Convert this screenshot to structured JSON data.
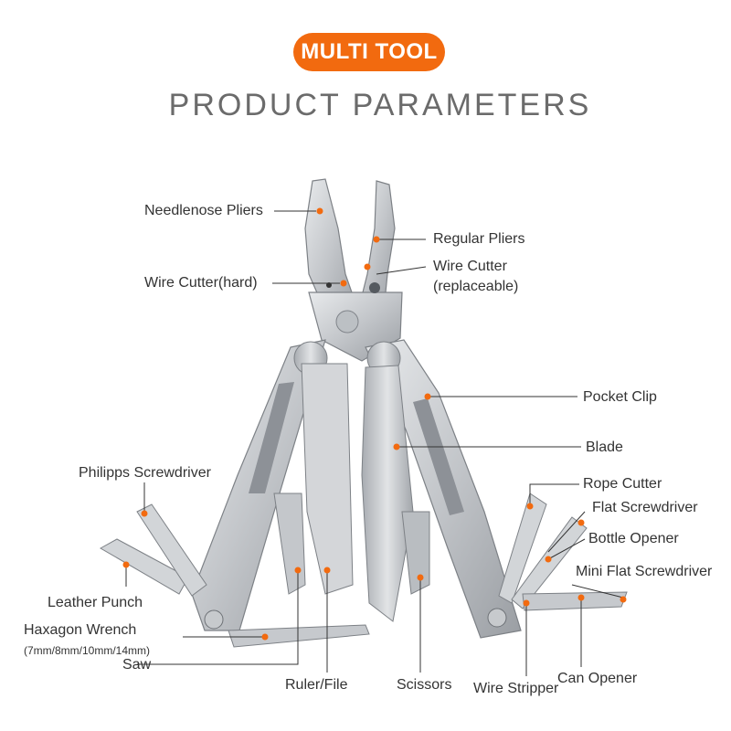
{
  "header": {
    "badge": "MULTI TOOL",
    "title": "PRODUCT PARAMETERS"
  },
  "colors": {
    "accent": "#f26a0f",
    "steel": "#c9ccd0",
    "steel_dark": "#8e9297",
    "text": "#333333",
    "title": "#6b6b6b"
  },
  "labels": {
    "needlenose_pliers": "Needlenose Pliers",
    "regular_pliers": "Regular Pliers",
    "wire_cutter_hard": "Wire Cutter(hard)",
    "wire_cutter": "Wire Cutter",
    "replaceable": "(replaceable)",
    "pocket_clip": "Pocket Clip",
    "blade": "Blade",
    "philipps_screwdriver": "Philipps Screwdriver",
    "rope_cutter": "Rope Cutter",
    "flat_screwdriver": "Flat Screwdriver",
    "bottle_opener": "Bottle Opener",
    "mini_flat_screwdriver": "Mini Flat Screwdriver",
    "leather_punch": "Leather Punch",
    "hexagon_wrench": "Haxagon Wrench",
    "wrench_sizes": "(7mm/8mm/10mm/14mm)",
    "saw": "Saw",
    "ruler_file": "Ruler/File",
    "scissors": "Scissors",
    "wire_stripper": "Wire Stripper",
    "can_opener": "Can Opener"
  }
}
